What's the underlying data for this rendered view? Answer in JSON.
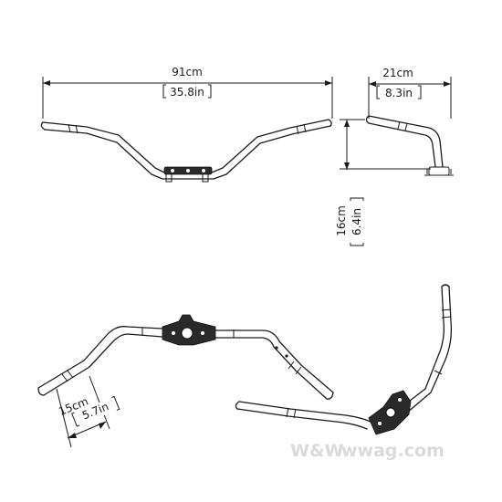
{
  "dimensions": {
    "width": {
      "metric": "91cm",
      "imperial": "35.8in"
    },
    "pullback": {
      "metric": "21cm",
      "imperial": "8.3in"
    },
    "rise": {
      "metric": "16cm",
      "imperial": "6.4in"
    },
    "grip_rise": {
      "metric": "15cm",
      "imperial": "5.7in"
    }
  },
  "watermark": {
    "brand": "W&W",
    "site": "wwag.com"
  },
  "colors": {
    "line": "#1a1a1a",
    "background": "#ffffff",
    "watermark": "#d9d9d9"
  }
}
